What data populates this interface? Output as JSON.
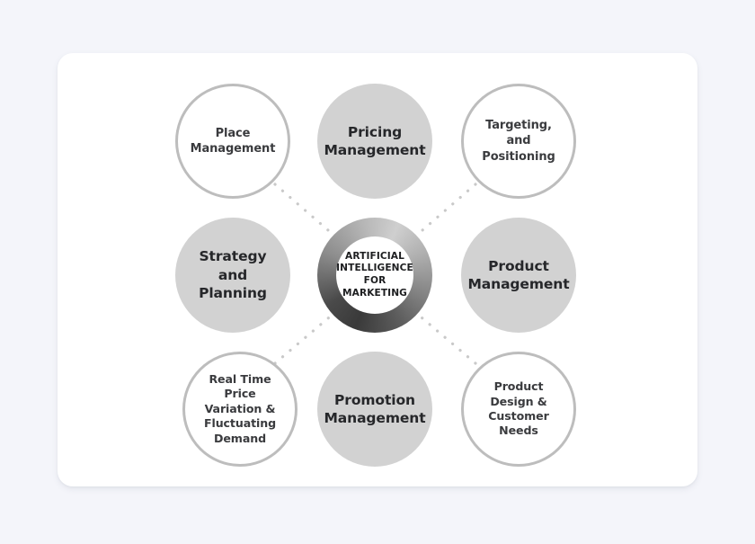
{
  "page": {
    "background_color": "#f4f5fa",
    "card_color": "#ffffff"
  },
  "diagram": {
    "type": "hub-and-spoke",
    "title": "ARTIFICIAL INTELLIGENCE FOR MARKETING",
    "center": {
      "label": "ARTIFICIAL\nINTELLIGENCE\nFOR\nMARKETING",
      "style": "gradient-ring",
      "ring_dark_color": "#3a3a3a",
      "ring_light_color": "#cfcfcf",
      "inner_fill": "#ffffff"
    },
    "connector": {
      "style": "dotted",
      "color": "#c9c9c9",
      "count": 4
    },
    "nodes": [
      {
        "id": "place-management",
        "label": "Place\nManagement",
        "style": "outlined",
        "fill": "#ffffff",
        "border_color": "#bdbdbd",
        "position": "top-left",
        "connected_to_center": true
      },
      {
        "id": "pricing-management",
        "label": "Pricing\nManagement",
        "style": "filled",
        "fill": "#d2d2d2",
        "border_color": "",
        "position": "top-center",
        "connected_to_center": false
      },
      {
        "id": "targeting-and-positioning",
        "label": "Targeting,\nand\nPositioning",
        "style": "outlined",
        "fill": "#ffffff",
        "border_color": "#bdbdbd",
        "position": "top-right",
        "connected_to_center": true
      },
      {
        "id": "strategy-and-planning",
        "label": "Strategy\nand\nPlanning",
        "style": "filled",
        "fill": "#d2d2d2",
        "border_color": "",
        "position": "middle-left",
        "connected_to_center": false
      },
      {
        "id": "product-management",
        "label": "Product\nManagement",
        "style": "filled",
        "fill": "#d2d2d2",
        "border_color": "",
        "position": "middle-right",
        "connected_to_center": false
      },
      {
        "id": "real-time-price-variation",
        "label": "Real Time\nPrice\nVariation &\nFluctuating\nDemand",
        "style": "outlined",
        "fill": "#ffffff",
        "border_color": "#bdbdbd",
        "position": "bottom-left",
        "connected_to_center": true
      },
      {
        "id": "promotion-management",
        "label": "Promotion\nManagement",
        "style": "filled",
        "fill": "#d2d2d2",
        "border_color": "",
        "position": "bottom-center",
        "connected_to_center": false
      },
      {
        "id": "product-design-customer-needs",
        "label": "Product\nDesign &\nCustomer\nNeeds",
        "style": "outlined",
        "fill": "#ffffff",
        "border_color": "#bdbdbd",
        "position": "bottom-right",
        "connected_to_center": true
      }
    ]
  }
}
